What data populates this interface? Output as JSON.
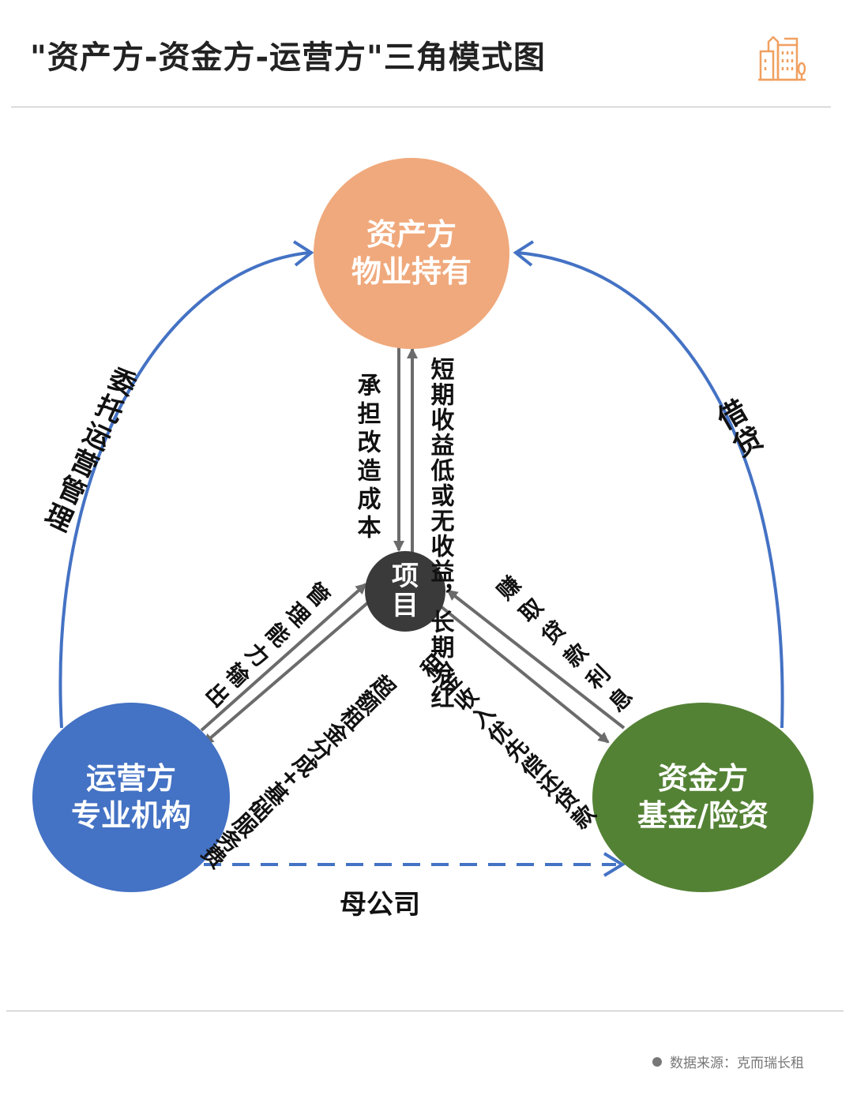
{
  "title": "\"资产方-资金方-运营方\"三角模式图",
  "nodes": {
    "asset": {
      "line1": "资产方",
      "line2": "物业持有",
      "color": "#F0A97C"
    },
    "operator": {
      "line1": "运营方",
      "line2": "专业机构",
      "color": "#4472C4"
    },
    "fund": {
      "line1": "资金方",
      "line2": "基金/险资",
      "color": "#548235"
    },
    "project": {
      "line1": "项",
      "line2": "目",
      "color": "#3A3A3A"
    }
  },
  "edges": {
    "entrusted": "委托运营管理",
    "loan": "借贷",
    "parent": "母公司",
    "renovation_cost": "承担改造成本",
    "returns_col1": "短期收益低或无",
    "returns_col2": "收益，长期分红",
    "mgmt_output": "管理能力输出",
    "excess_col1": "超额租金分成",
    "excess_col2": "+基础服务费",
    "interest": "赚取贷款利息",
    "rent_col1": "租金收入优先偿",
    "rent_col2": "还贷款"
  },
  "footer": {
    "source": "数据来源：克而瑞长租"
  },
  "colors": {
    "blue_line": "#4472C4",
    "gray_arrow": "#6b6b6b",
    "icon": "#F0A060"
  }
}
